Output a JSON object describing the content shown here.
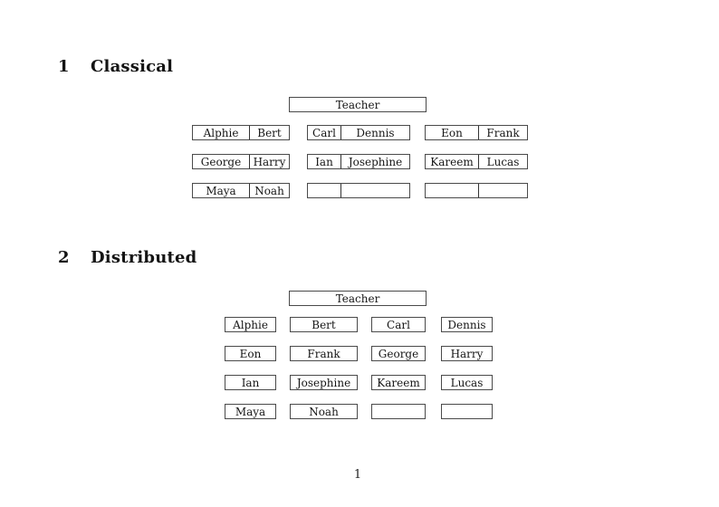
{
  "page": {
    "number": "1"
  },
  "classical": {
    "number": "1",
    "title": "Classical",
    "teacher": "Teacher",
    "desks": [
      [
        {
          "left": "Alphie",
          "right": "Bert"
        },
        {
          "left": "Carl",
          "right": "Dennis"
        },
        {
          "left": "Eon",
          "right": "Frank"
        }
      ],
      [
        {
          "left": "George",
          "right": "Harry"
        },
        {
          "left": "Ian",
          "right": "Josephine"
        },
        {
          "left": "Kareem",
          "right": "Lucas"
        }
      ],
      [
        {
          "left": "Maya",
          "right": "Noah"
        },
        {
          "left": "",
          "right": ""
        },
        {
          "left": "",
          "right": ""
        }
      ]
    ]
  },
  "distributed": {
    "number": "2",
    "title": "Distributed",
    "teacher": "Teacher",
    "desks": [
      [
        "Alphie",
        "Bert",
        "Carl",
        "Dennis"
      ],
      [
        "Eon",
        "Frank",
        "George",
        "Harry"
      ],
      [
        "Ian",
        "Josephine",
        "Kareem",
        "Lucas"
      ],
      [
        "Maya",
        "Noah",
        "",
        ""
      ]
    ]
  },
  "colors": {
    "background": "#ffffff",
    "border": "#4a4a4a",
    "text": "#111111"
  }
}
